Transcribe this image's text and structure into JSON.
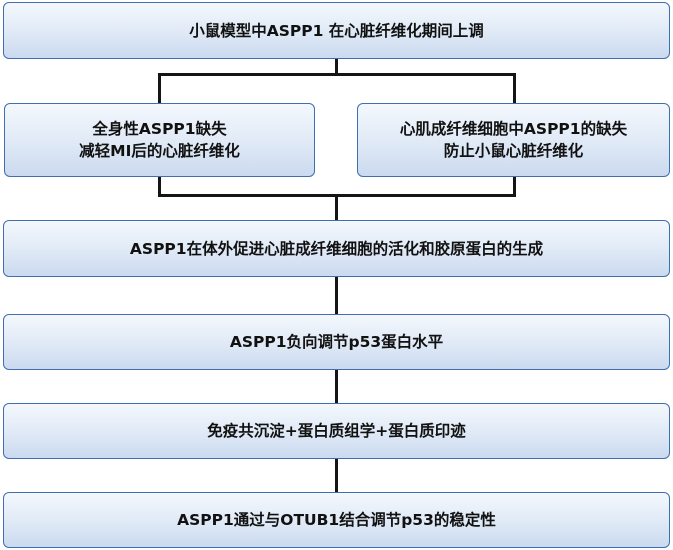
{
  "flowchart": {
    "top": "小鼠模型中ASPP1 在心脏纤维化期间上调",
    "left": {
      "line1": "全身性ASPP1缺失",
      "line2": "减轻MI后的心脏纤维化"
    },
    "right": {
      "line1": "心肌成纤维细胞中ASPP1的缺失",
      "line2": "防止小鼠心脏纤维化"
    },
    "step3": "ASPP1在体外促进心脏成纤维细胞的活化和胶原蛋白的生成",
    "step4": "ASPP1负向调节p53蛋白水平",
    "step5": "免疫共沉淀+蛋白质组学+蛋白质印迹",
    "step6": "ASPP1通过与OTUB1结合调节p53的稳定性"
  },
  "colors": {
    "box_border": "#3f6fae",
    "box_fill_top": "#f4f8fd",
    "box_fill_bottom": "#cbdaf0",
    "connector": "#151515"
  }
}
